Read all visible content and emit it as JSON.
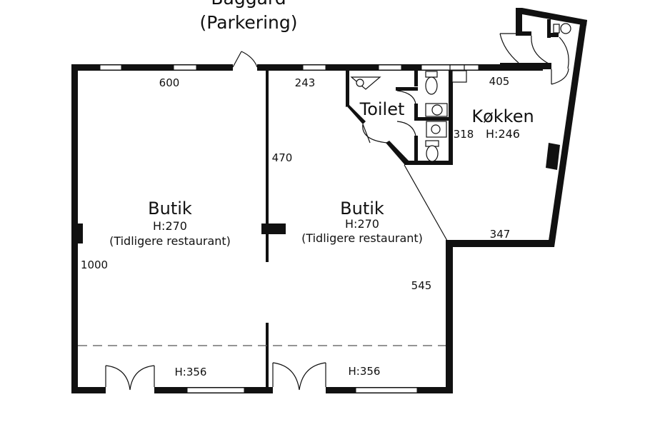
{
  "header": {
    "line1": "Baggård",
    "line2": "(Parkering)"
  },
  "rooms": {
    "butik_left": {
      "name": "Butik",
      "height": "H:270",
      "note": "(Tidligere restaurant)"
    },
    "butik_right": {
      "name": "Butik",
      "height": "H:270",
      "note": "(Tidligere restaurant)"
    },
    "toilet": {
      "name": "Toilet"
    },
    "kitchen": {
      "name": "Køkken",
      "height": "H:246"
    }
  },
  "dimensions": {
    "d600": "600",
    "d243": "243",
    "d405": "405",
    "d318": "318",
    "d470": "470",
    "d1000": "1000",
    "d545": "545",
    "d347": "347",
    "h356_left": "H:356",
    "h356_right": "H:356"
  }
}
